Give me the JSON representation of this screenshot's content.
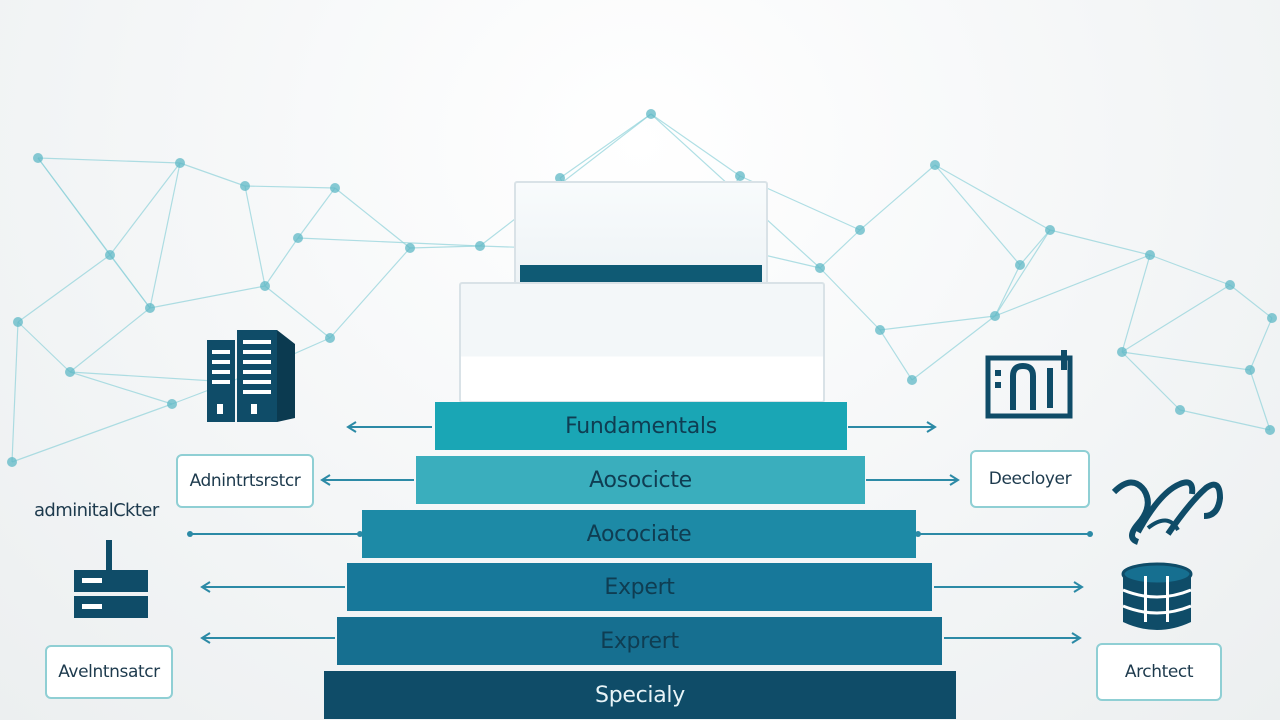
{
  "pyramid": {
    "tiers": [
      {
        "label": "Fundamentals",
        "color": "#1aa6b5"
      },
      {
        "label": "Aosocicte",
        "color": "#3aaebd"
      },
      {
        "label": "Aocociate",
        "color": "#1d8aa6"
      },
      {
        "label": "Expert",
        "color": "#17789a"
      },
      {
        "label": "Exprert",
        "color": "#166f90"
      },
      {
        "label": "Specialy",
        "color": "#0f4c68"
      }
    ],
    "top_card_accent": "#0f5a74"
  },
  "left_labels": {
    "administrator_box": "Adnintrtsrstcr",
    "admin_plain": "adminitalCkter",
    "admin_bottom_box": "Avelntnsatcr"
  },
  "right_labels": {
    "developer_box": "Deecloyer",
    "architect_box": "Archtect"
  },
  "icons": {
    "server_rack": "server-rack-icon",
    "network_device": "network-device-icon",
    "code_window": "code-window-icon",
    "swirl": "abstract-swirl-icon",
    "database": "database-icon"
  },
  "colors": {
    "network_line": "#8fd2da",
    "network_node": "#5fb8c6",
    "arrow": "#2c8aa6",
    "dark_teal": "#0f4c68"
  }
}
